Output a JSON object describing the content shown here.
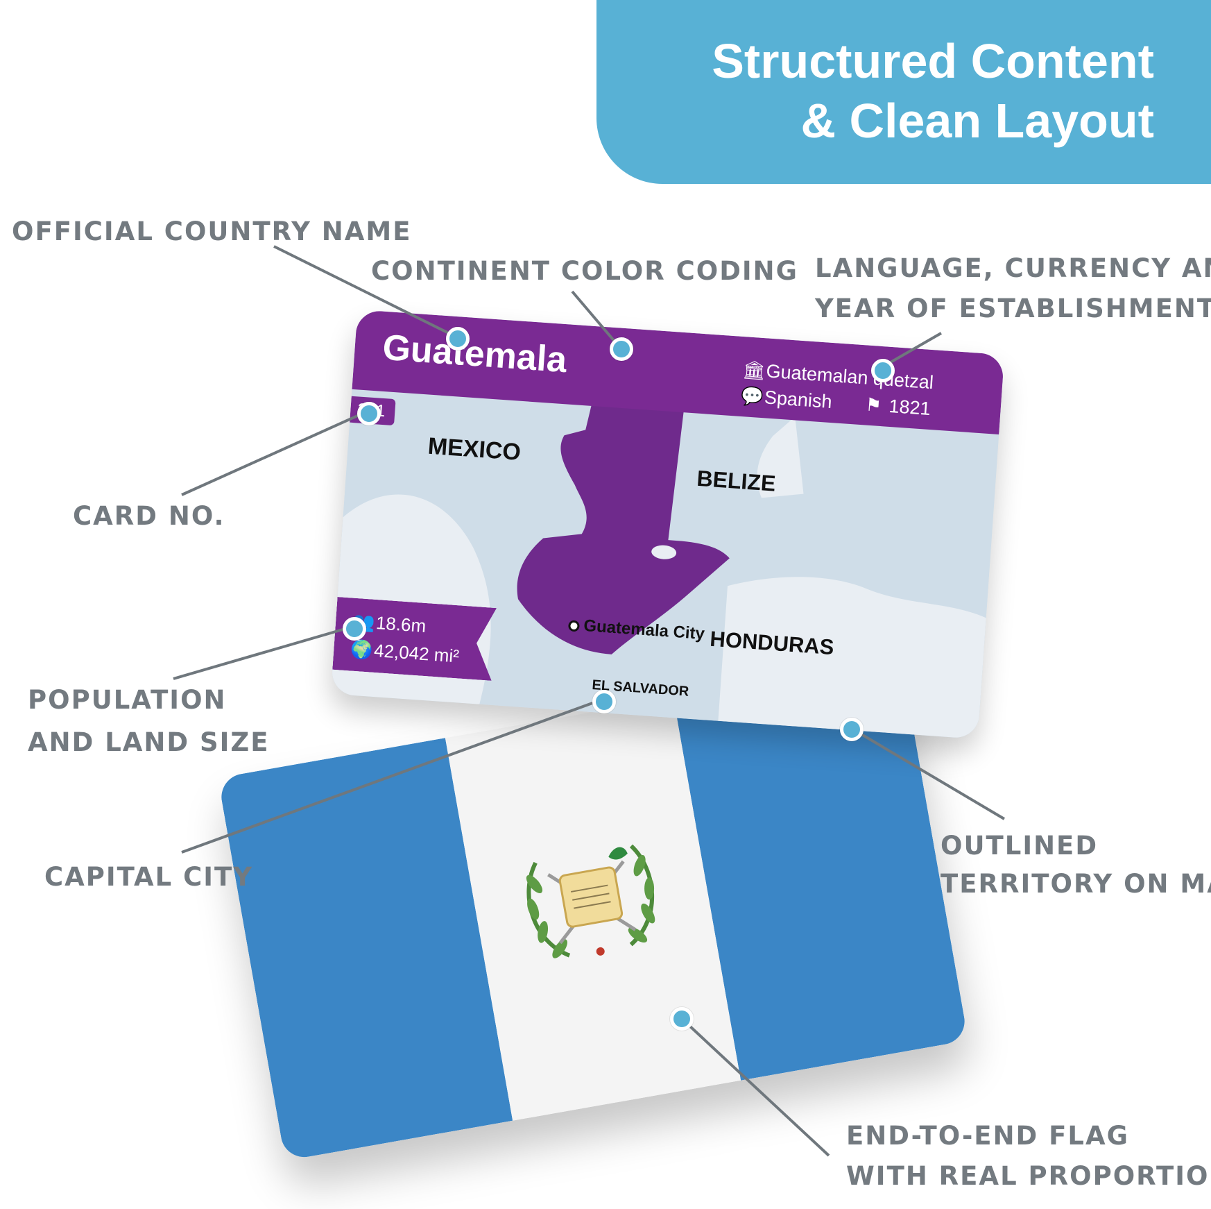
{
  "banner": {
    "line1": "Structured Content",
    "line2": "& Clean Layout"
  },
  "labels": {
    "official_country_name": "OFFICIAL COUNTRY NAME",
    "continent_color_coding": "CONTINENT COLOR CODING",
    "language_line1": "LANGUAGE, CURRENCY AND",
    "language_line2": "YEAR OF ESTABLISHMENT",
    "card_no": "CARD NO.",
    "population_line1": "POPULATION",
    "population_line2": "AND LAND SIZE",
    "capital_city": "CAPITAL CITY",
    "outlined_line1": "OUTLINED",
    "outlined_line2": "TERRITORY ON MAP",
    "flag_line1": "END-TO-END FLAG",
    "flag_line2": "WITH REAL PROPORTIONS"
  },
  "card": {
    "country": "Guatemala",
    "number": "201",
    "currency": "Guatemalan quetzal",
    "language": "Spanish",
    "year": "1821",
    "population": "18.6m",
    "area": "42,042 mi²",
    "capital": "Guatemala City",
    "neighbors": {
      "mexico": "MEXICO",
      "belize": "BELIZE",
      "honduras": "HONDURAS",
      "el_salvador": "EL SALVADOR"
    }
  },
  "icons": {
    "currency": "bank-icon",
    "language": "translate-icon",
    "year": "flag-icon",
    "population": "people-icon",
    "area": "globe-icon"
  },
  "colors": {
    "banner": "#58b1d5",
    "continent_purple": "#7a2a93",
    "flag_blue": "#3b86c6",
    "label_gray": "#737a80"
  }
}
